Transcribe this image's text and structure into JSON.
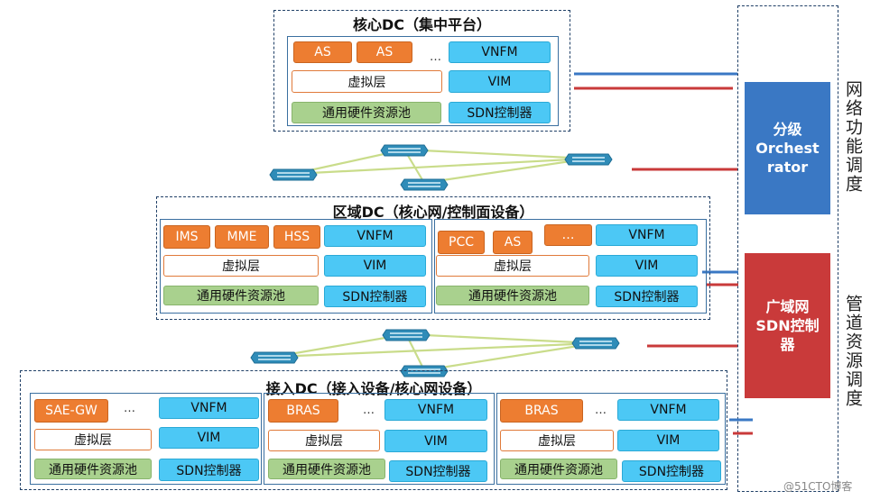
{
  "core_dc": {
    "title": "核心DC（集中平台）",
    "apps": [
      "AS",
      "AS"
    ],
    "dots": "…",
    "vnfm": "VNFM",
    "virtual": "虚拟层",
    "vim": "VIM",
    "hw": "通用硬件资源池",
    "sdn": "SDN控制器"
  },
  "region_dc": {
    "title": "区域DC（核心网/控制面设备）",
    "left": {
      "apps": [
        "IMS",
        "MME",
        "HSS"
      ],
      "vnfm": "VNFM",
      "virtual": "虚拟层",
      "vim": "VIM",
      "hw": "通用硬件资源池",
      "sdn": "SDN控制器"
    },
    "right": {
      "apps": [
        "PCC",
        "AS",
        "…"
      ],
      "vnfm": "VNFM",
      "virtual": "虚拟层",
      "vim": "VIM",
      "hw": "通用硬件资源池",
      "sdn": "SDN控制器"
    }
  },
  "access_dc": {
    "title": "接入DC（接入设备/核心网设备）",
    "units": [
      {
        "app": "SAE-GW",
        "dots": "…",
        "vnfm": "VNFM",
        "virtual": "虚拟层",
        "vim": "VIM",
        "hw": "通用硬件资源池",
        "sdn": "SDN控制器"
      },
      {
        "app": "BRAS",
        "dots": "…",
        "vnfm": "VNFM",
        "virtual": "虚拟层",
        "vim": "VIM",
        "hw": "通用硬件资源池",
        "sdn": "SDN控制器"
      },
      {
        "app": "BRAS",
        "dots": "…",
        "vnfm": "VNFM",
        "virtual": "虚拟层",
        "vim": "VIM",
        "hw": "通用硬件资源池",
        "sdn": "SDN控制器"
      }
    ]
  },
  "orchestrator": {
    "label_1": "分级",
    "label_2": "Orchest",
    "label_3": "rator"
  },
  "wan_sdn": {
    "label_1": "广域网",
    "label_2": "SDN控制",
    "label_3": "器"
  },
  "side_labels": {
    "network_function": "网络功能调度",
    "pipe_resource": "管道资源调度"
  },
  "watermark": "@51CTO博客",
  "colors": {
    "orange": "#ed7d31",
    "cyan": "#4cc8f5",
    "green": "#a9d18e",
    "blue": "#3a78c4",
    "red": "#c93a3a",
    "link": "#c9dc8a"
  }
}
